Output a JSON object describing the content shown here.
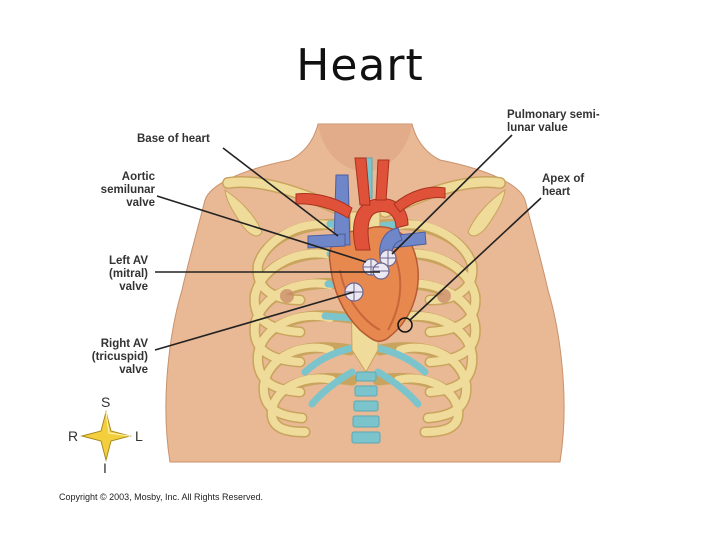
{
  "slide": {
    "title": "Heart"
  },
  "labels": {
    "base_of_heart": "Base of heart",
    "aortic_semilunar_valve": [
      "Aortic",
      "semilunar",
      "valve"
    ],
    "left_av_mitral_valve": [
      "Left AV",
      "(mitral)",
      "valve"
    ],
    "right_av_tricuspid_valve": [
      "Right AV",
      "(tricuspid)",
      "valve"
    ],
    "pulmonary_semilunar_value": [
      "Pulmonary semi-",
      "lunar value"
    ],
    "apex_of_heart": [
      "Apex of",
      "heart"
    ]
  },
  "compass": {
    "superior": "S",
    "inferior": "I",
    "right": "R",
    "left": "L"
  },
  "copyright": "Copyright © 2003, Mosby, Inc. All Rights Reserved.",
  "colors": {
    "skin": "#e9b894",
    "bone": "#efdb9a",
    "cartilage": "#7cc4cc",
    "aorta": "#e0513a",
    "vena": "#6f86c9",
    "leader": "#222222"
  }
}
